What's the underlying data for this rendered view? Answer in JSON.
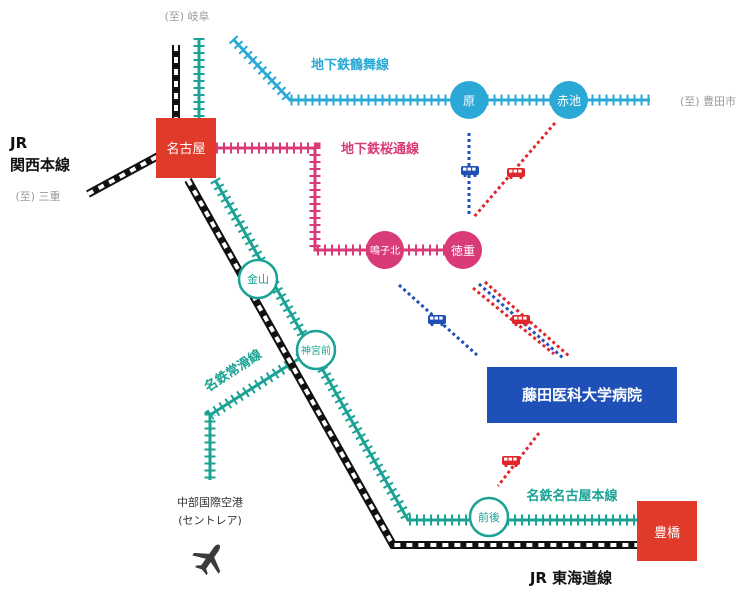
{
  "colors": {
    "jr": "#111111",
    "meitetsu": "#1aa394",
    "tsurumai": "#2aa9d6",
    "sakuradori": "#d93a78",
    "hub_station": "#e03a2a",
    "hospital": "#1f50b8",
    "bus_blue": "#1f50b8",
    "bus_red": "#e0262b",
    "muted_text": "#9a9a9a"
  },
  "stations": {
    "nagoya": "名古屋",
    "toyohashi": "豊橋",
    "hara": "原",
    "akaike": "赤池",
    "narukokita": "鳴子北",
    "tokushige": "徳重",
    "kanayama": "金山",
    "jingumae": "神宮前",
    "maego": "前後"
  },
  "lines": {
    "tsurumai": "地下鉄鶴舞線",
    "sakuradori": "地下鉄桜通線",
    "meitetsu_tokoname": "名鉄常滑線",
    "meitetsu_nagoya_main": "名鉄名古屋本線",
    "jr_tokaido": "JR 東海道線",
    "jr_kansai_jr": "JR",
    "jr_kansai_name": "関西本線"
  },
  "directions": {
    "gifu": "(至) 岐阜",
    "toyota": "(至) 豊田市",
    "mie": "(至) 三重"
  },
  "airport": {
    "name": "中部国際空港",
    "sub": "(セントレア)",
    "icon": "airplane-icon"
  },
  "hospital": "藤田医科大学病院",
  "icons": {
    "bus": "bus-icon",
    "airplane": "airplane-icon"
  }
}
